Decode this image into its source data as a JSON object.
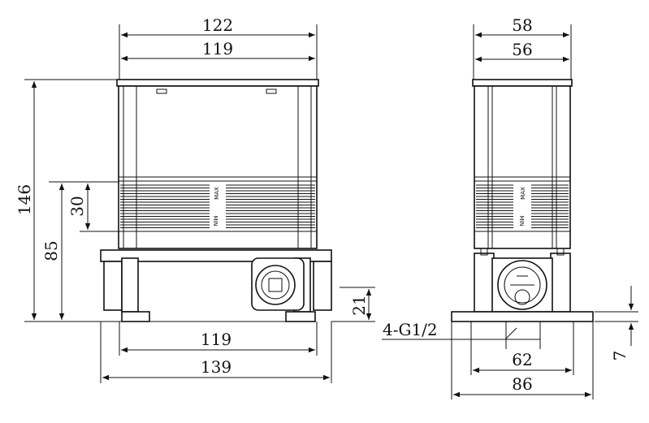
{
  "drawing": {
    "front_view": {
      "top_width_outer": "122",
      "top_width_inner": "119",
      "total_height": "146",
      "mid_height": "85",
      "rib_height": "30",
      "outlet_height": "21",
      "base_inner_width": "119",
      "base_outer_width": "139",
      "label_max": "MAX",
      "label_min": "MIN"
    },
    "side_view": {
      "top_width_outer": "58",
      "top_width_inner": "56",
      "thread_callout": "4-G1/2",
      "outlet_spacing": "62",
      "base_width": "86",
      "base_thickness": "7",
      "label_max": "MAX",
      "label_min": "MIN"
    }
  }
}
